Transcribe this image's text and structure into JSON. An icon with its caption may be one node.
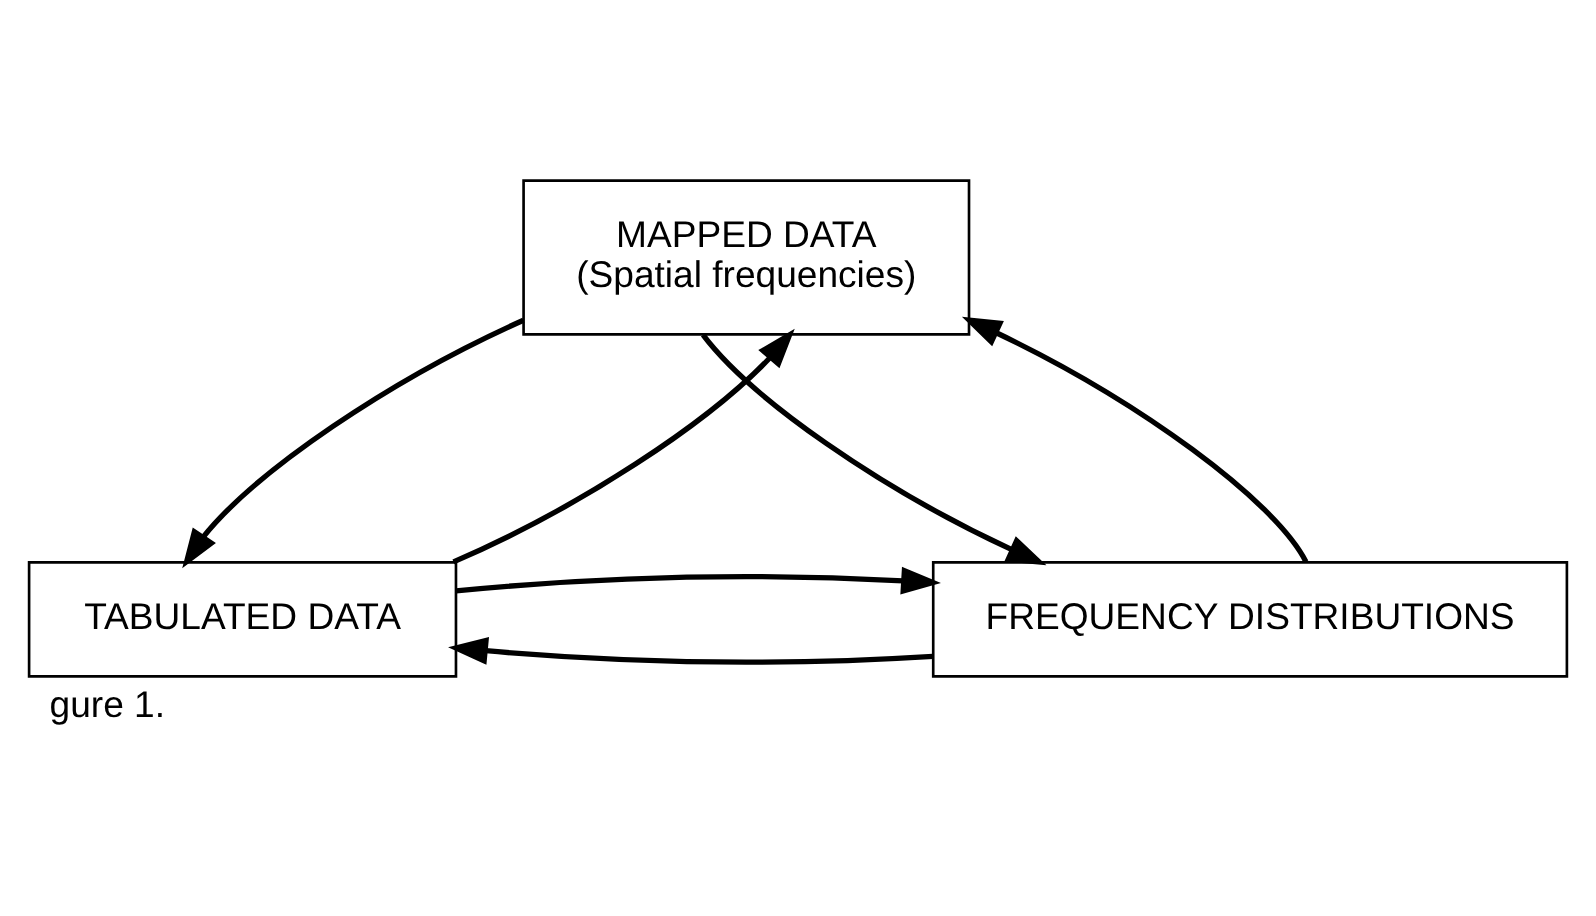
{
  "diagram": {
    "caption": "gure 1.",
    "nodes": [
      {
        "text": [
          "MAPPED DATA",
          "(Spatial frequencies)"
        ]
      },
      {
        "text": [
          "TABULATED DATA"
        ]
      },
      {
        "text": [
          "FREQUENCY DISTRIBUTIONS"
        ]
      }
    ],
    "edges": [
      {
        "from": 0,
        "to": 1,
        "arrow": "to"
      },
      {
        "from": 1,
        "to": 0,
        "arrow": "to"
      },
      {
        "from": 0,
        "to": 2,
        "arrow": "to"
      },
      {
        "from": 2,
        "to": 0,
        "arrow": "to"
      },
      {
        "from": 2,
        "to": 1,
        "arrow": "to"
      },
      {
        "from": 1,
        "to": 2,
        "arrow": "to"
      }
    ]
  }
}
